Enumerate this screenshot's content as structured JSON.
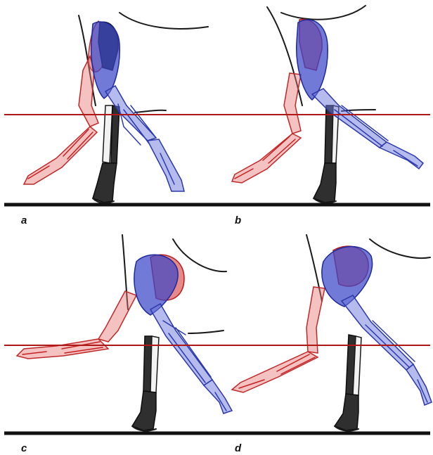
{
  "panels": [
    {
      "label": "a"
    },
    {
      "label": "b"
    },
    {
      "label": "c"
    },
    {
      "label": "d"
    }
  ],
  "colors": {
    "red_limb": "#c42020",
    "blue_limb": "#2b3ab0",
    "reference_line": "#b01818",
    "ground": "#111111",
    "bone": "#2f2f2f"
  }
}
